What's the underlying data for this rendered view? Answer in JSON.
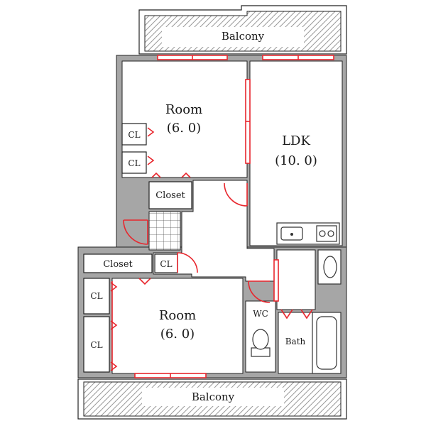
{
  "rooms": {
    "balcony_top": "Balcony",
    "balcony_bottom": "Balcony",
    "room_upper": {
      "name": "Room",
      "size": "(6. 0)"
    },
    "room_lower": {
      "name": "Room",
      "size": "(6. 0)"
    },
    "ldk": {
      "name": "LDK",
      "size": "(10. 0)"
    },
    "closet_upper": "Closet",
    "closet_lower": "Closet",
    "cl_upper_1": "CL",
    "cl_upper_2": "CL",
    "cl_mid": "CL",
    "cl_lower_1": "CL",
    "cl_lower_2": "CL",
    "wc": "WC",
    "bath": "Bath"
  },
  "colors": {
    "wall": "#a6a6a6",
    "opening": "#e8262d",
    "line": "#222222"
  }
}
